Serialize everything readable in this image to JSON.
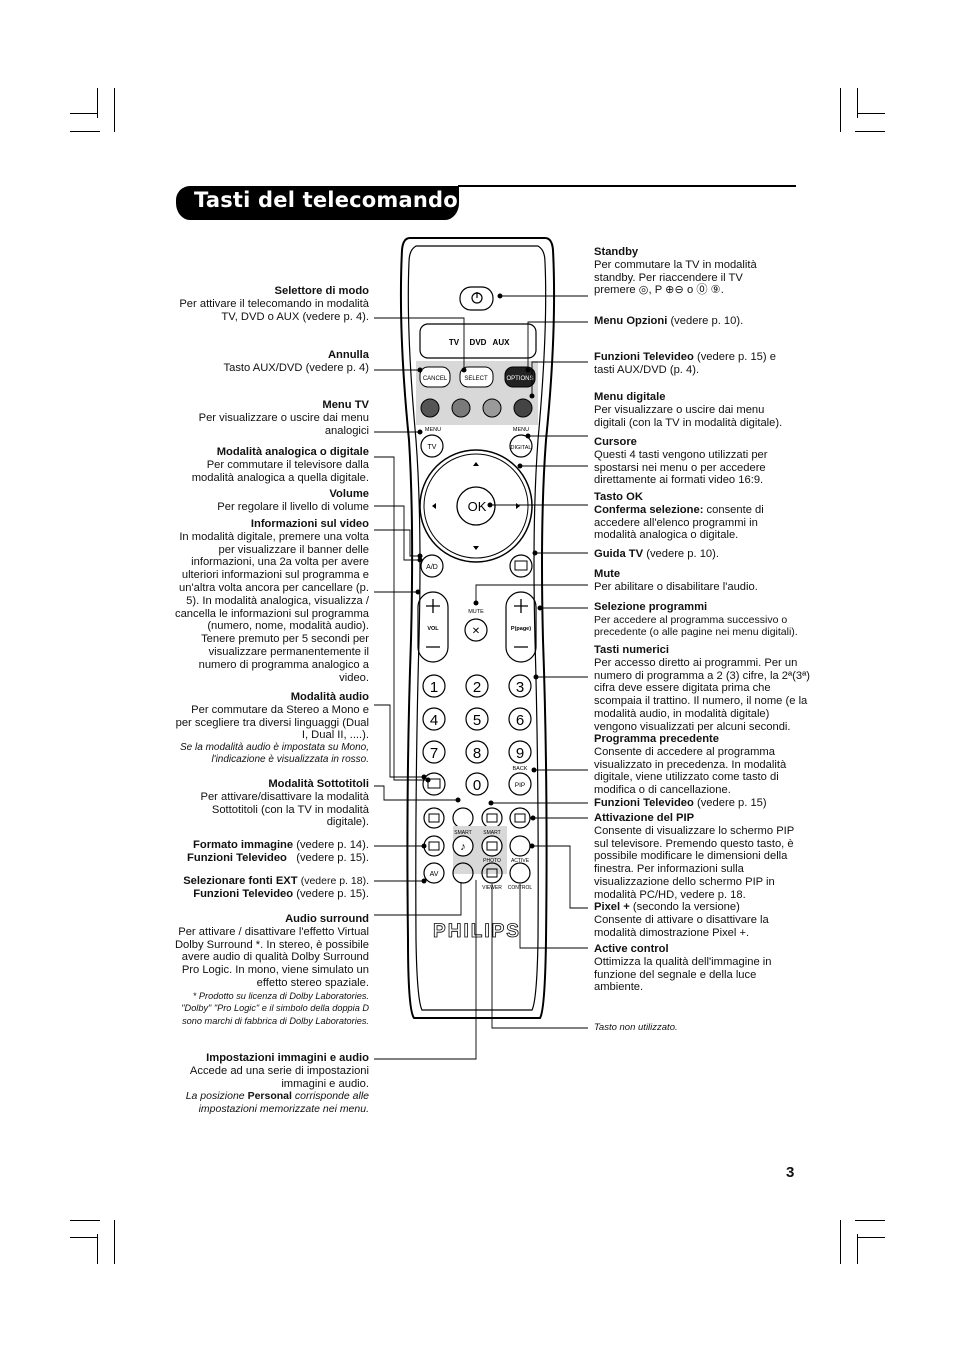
{
  "title": "Tasti del telecomando",
  "page_number": "3",
  "left": {
    "selettore": {
      "title": "Selettore di modo",
      "text": "Per attivare il telecomando in modalità TV, DVD o AUX (vedere p. 4)."
    },
    "annulla": {
      "title": "Annulla",
      "text": "Tasto AUX/DVD (vedere p. 4)"
    },
    "menu_tv": {
      "title": "Menu TV",
      "text": "Per visualizzare o uscire dai menu analogici"
    },
    "modalita_ad": {
      "title": "Modalità analogica o digitale",
      "text": "Per commutare il televisore dalla modalità analogica a quella digitale."
    },
    "volume": {
      "title": "Volume",
      "text": "Per regolare il livello di volume"
    },
    "info_video": {
      "title": "Informazioni sul video",
      "text": "In modalità digitale, premere una volta per visualizzare il banner delle informazioni, una 2a volta per avere ulteriori informazioni sul programma e un'altra volta ancora per cancellare (p. 5). In modalità analogica, visualizza / cancella le informazioni sul programma (numero, nome, modalità audio). Tenere premuto per 5 secondi per visualizzare permanentemente il numero di programma analogico a video."
    },
    "audio": {
      "title": "Modalità audio",
      "text": "Per commutare da Stereo a Mono e per scegliere tra diversi linguaggi (Dual I, Dual II, ....).",
      "note": "Se la modalità audio è impostata su Mono, l'indicazione è visualizzata in rosso."
    },
    "sottotitoli": {
      "title": "Modalità Sottotitoli",
      "text": "Per attivare/disattivare la modalità Sottotitoli (con la TV in modalità digitale)."
    },
    "formato": {
      "title": "Formato immagine",
      "ref": "(vedere p. 14).",
      "title2": "Funzioni Televideo",
      "ref2": "(vedere p. 15)."
    },
    "fonti": {
      "title": "Selezionare fonti EXT",
      "ref": "(vedere p. 18).",
      "title2": "Funzioni Televideo",
      "ref2": "(vedere p. 15)."
    },
    "surround": {
      "title": "Audio surround",
      "text": "Per attivare / disattivare l'effetto Virtual Dolby Surround *. In stereo, è possibile avere audio di qualità Dolby Surround Pro Logic. In mono, viene simulato un effetto stereo spaziale.",
      "note": "* Prodotto su licenza di Dolby Laboratories. \"Dolby\" \"Pro Logic\" e il simbolo della doppia D sono marchi di fabbrica di Dolby Laboratories."
    },
    "immagini": {
      "title": "Impostazioni immagini e audio",
      "text": "Accede ad una serie di impostazioni immagini e audio.",
      "note_pre": "La posizione",
      "note_bold": "Personal",
      "note_post": "corrisponde alle impostazioni memorizzate nei menu."
    }
  },
  "right": {
    "standby": {
      "title": "Standby",
      "text": "Per commutare la TV in modalità standby. Per riaccendere il TV premere",
      "text_tail": ", P",
      "text_tail2": "o",
      "text_end": "."
    },
    "opzioni": {
      "title": "Menu Opzioni",
      "ref": "(vedere p. 10)."
    },
    "televideo1": {
      "title": "Funzioni Televideo",
      "ref": "(vedere p. 15) e tasti AUX/DVD (p. 4)."
    },
    "digitale": {
      "title": "Menu digitale",
      "text": "Per visualizzare o uscire dai menu digitali (con la TV in modalità digitale)."
    },
    "cursore": {
      "title": "Cursore",
      "text": "Questi 4 tasti vengono utilizzati per spostarsi nei menu o per accedere direttamente ai formati video 16:9."
    },
    "ok": {
      "title": "Tasto OK",
      "title2": "Conferma selezione:",
      "text": "consente di accedere all'elenco programmi in modalità analogica o digitale."
    },
    "guida": {
      "title": "Guida TV",
      "ref": "(vedere p. 10)."
    },
    "mute": {
      "title": "Mute",
      "text": "Per abilitare o disabilitare l'audio."
    },
    "selezione": {
      "title": "Selezione programmi",
      "text": "Per accedere al programma successivo o precedente (o alle pagine nei menu digitali)."
    },
    "numerici": {
      "title": "Tasti numerici",
      "text": "Per accesso diretto ai programmi. Per un numero di programma a 2 (3) cifre, la 2ª(3ª) cifra deve essere digitata prima che scompaia il trattino. Il numero, il nome (e la modalità audio, in modalità digitale) vengono visualizzati per alcuni secondi."
    },
    "precedente": {
      "title": "Programma precedente",
      "text": "Consente di accedere al programma visualizzato in precedenza. In modalità digitale, viene utilizzato come tasto di modifica o di cancellazione."
    },
    "televideo2": {
      "title": "Funzioni Televideo",
      "ref": "(vedere p. 15)"
    },
    "pip": {
      "title": "Attivazione del PIP",
      "text": "Consente di visualizzare lo schermo PIP sul televisore. Premendo questo tasto, è possibile modificare le dimensioni della finestra. Per informazioni sulla visualizzazione dello schermo PIP in modalità PC/HD, vedere p. 18."
    },
    "pixel": {
      "title": "Pixel +",
      "ref": "(secondo la versione)",
      "text": "Consente di attivare o disattivare la modalità dimostrazione Pixel +."
    },
    "active": {
      "title": "Active control",
      "text": "Ottimizza la qualità dell'immagine in funzione del segnale e della luce ambiente."
    },
    "non_usato": "Tasto non utilizzato."
  },
  "remote": {
    "modes": [
      "TV",
      "DVD",
      "AUX"
    ],
    "cancel": "CANCEL",
    "select": "SELECT",
    "options": "OPTIONS",
    "menu_left": "MENU",
    "menu_right": "MENU",
    "tv": "TV",
    "digital": "DIGITAL",
    "ok": "OK",
    "ad": "A/D",
    "mute": "MUTE",
    "vol": "VOL",
    "p": "P(page)",
    "digits": [
      "1",
      "2",
      "3",
      "4",
      "5",
      "6",
      "7",
      "8",
      "9",
      "0"
    ],
    "back": "BACK",
    "pip": "PIP",
    "smart1": "SMART",
    "smart2": "SMART",
    "photo": "PHOTO",
    "active": "ACTIVE",
    "av": "AV",
    "viewer": "VIEWER",
    "control": "CONTROL",
    "brand": "PHILIPS",
    "colors": {
      "red": "#555555",
      "green": "#7a7a7a",
      "yellow": "#9a9a9a",
      "blue": "#444444",
      "body": "#1a1a1a",
      "panel": "#d8d8d8"
    }
  }
}
